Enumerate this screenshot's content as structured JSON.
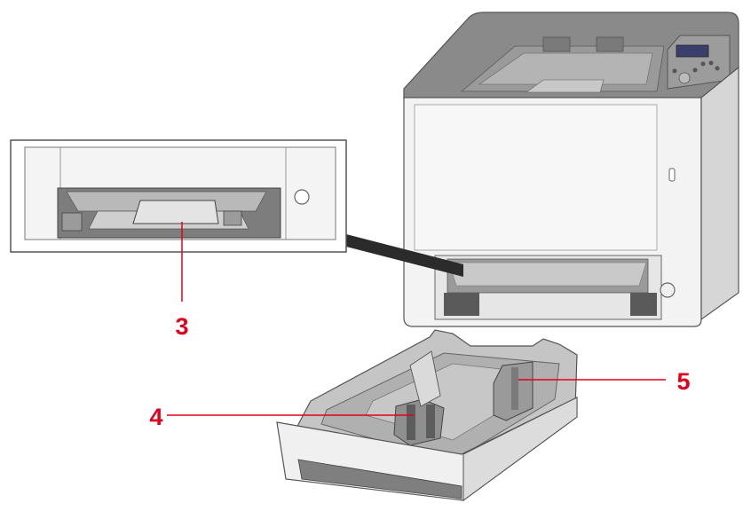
{
  "colors": {
    "callout": "#e3001b",
    "outline": "#555555",
    "body_light": "#f2f2f2",
    "body_mid": "#d9d9d9",
    "dark_gray": "#808080",
    "tray_gray": "#bdbdbd"
  },
  "callouts": [
    {
      "id": "feed-guide",
      "label": "3"
    },
    {
      "id": "tray-length-guide",
      "label": "4"
    },
    {
      "id": "tray-width-guide",
      "label": "5"
    }
  ]
}
